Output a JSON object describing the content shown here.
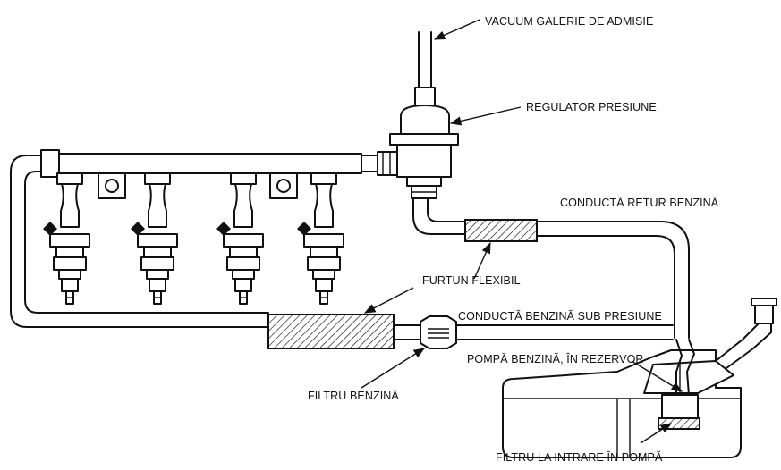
{
  "labels": {
    "vacuum": "VACUUM GALERIE DE ADMISIE",
    "regulator": "REGULATOR PRESIUNE",
    "return_line": "CONDUCTĂ RETUR BENZINĂ",
    "flex_hose": "FURTUN FLEXIBIL",
    "pressure_line": "CONDUCTĂ BENZINĂ SUB PRESIUNE",
    "pump": "POMPĂ BENZINĂ, ÎN REZERVOR",
    "fuel_filter": "FILTRU BENZINĂ",
    "inlet_filter": "FILTRU LA INTRARE ÎN POMPĂ"
  }
}
